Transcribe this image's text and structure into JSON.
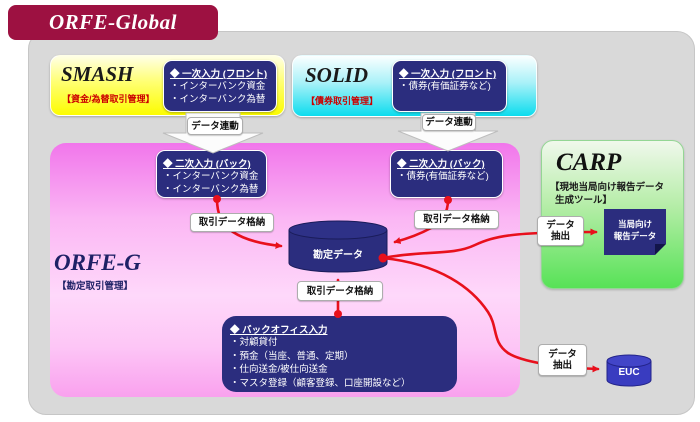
{
  "banner": {
    "title": "ORFE-Global"
  },
  "systems": {
    "smash": {
      "name": "SMASH",
      "subtitle": "【資金/為替取引管理】",
      "input": {
        "heading": "◆ 一次入力 (フロント)",
        "items": [
          "・インターバンク資金",
          "・インターバンク為替"
        ]
      }
    },
    "solid": {
      "name": "SOLID",
      "subtitle": "【債券取引管理】",
      "input": {
        "heading": "◆ 一次入力 (フロント)",
        "items": [
          "・債券(有価証券など)"
        ]
      }
    },
    "orfeg": {
      "name": "ORFE-G",
      "subtitle": "【勘定取引管理】",
      "secondary_left": {
        "heading": "◆ 二次入力 (バック)",
        "items": [
          "・インターバンク資金",
          "・インターバンク為替"
        ]
      },
      "secondary_right": {
        "heading": "◆ 二次入力 (バック)",
        "items": [
          "・債券(有価証券など)"
        ]
      },
      "backoffice": {
        "heading": "◆ バックオフィス入力",
        "items": [
          "・対顧貸付",
          "・預金（当座、普通、定期）",
          "・仕向送金/被仕向送金",
          "・マスタ登録（顧客登録、口座開設など）"
        ]
      },
      "database": {
        "label": "勘定データ"
      }
    },
    "carp": {
      "name": "CARP",
      "subtitle_line1": "【現地当局向け報告データ",
      "subtitle_line2": "生成ツール】",
      "output": {
        "line1": "当局向け",
        "line2": "報告データ"
      }
    },
    "euc": {
      "label": "EUC"
    }
  },
  "labels": {
    "data_link": "データ連動",
    "store": "取引データ格納",
    "extract_line1": "データ",
    "extract_line2": "抽出"
  },
  "colors": {
    "banner_red": "#9d1141",
    "navy": "#2b2d7e",
    "arrow_red": "#e8101c",
    "euc_blue": "#393cc0"
  }
}
